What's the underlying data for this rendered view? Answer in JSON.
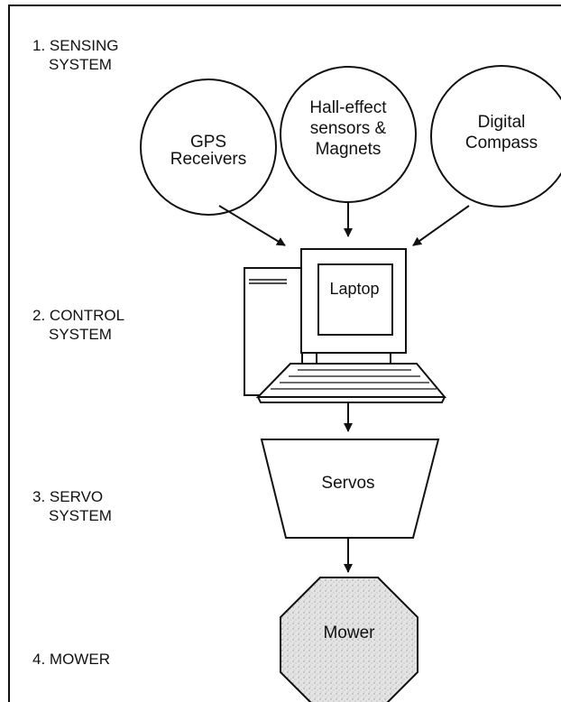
{
  "stages": [
    {
      "number": "1.",
      "line1": "SENSING",
      "line2": "SYSTEM"
    },
    {
      "number": "2.",
      "line1": "CONTROL",
      "line2": "SYSTEM"
    },
    {
      "number": "3.",
      "line1": "SERVO",
      "line2": "SYSTEM"
    },
    {
      "number": "4.",
      "line1": "MOWER",
      "line2": ""
    }
  ],
  "sensors": [
    {
      "lines": [
        "GPS",
        "Receivers"
      ]
    },
    {
      "lines": [
        "Hall-effect",
        "sensors &",
        "Magnets"
      ]
    },
    {
      "lines": [
        "Digital",
        "Compass"
      ]
    }
  ],
  "laptop_label": "Laptop",
  "servos_label": "Servos",
  "mower_label": "Mower"
}
